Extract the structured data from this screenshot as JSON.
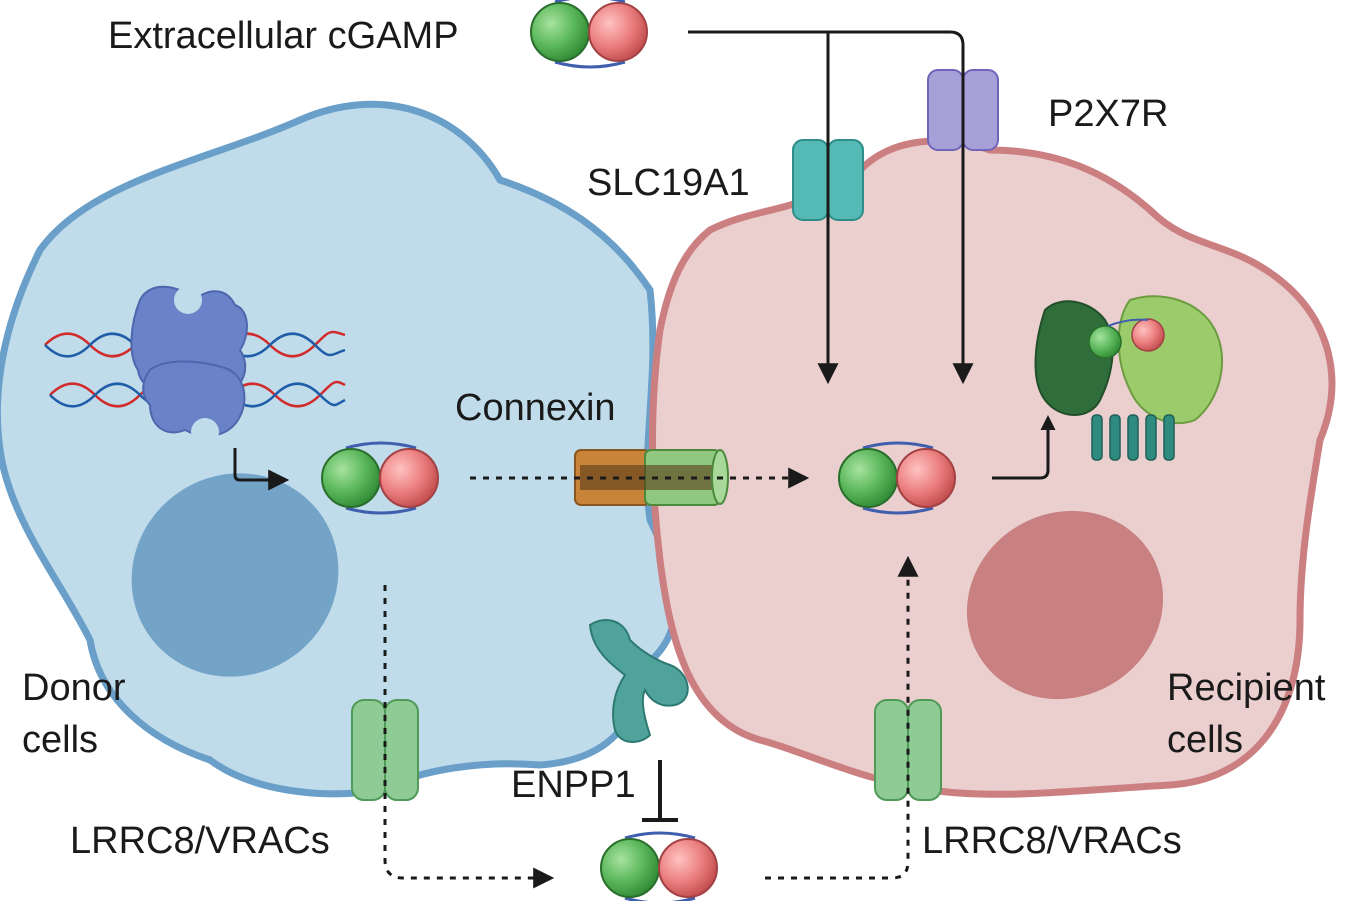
{
  "labels": {
    "extracellular": "Extracellular cGAMP",
    "p2x7r": "P2X7R",
    "slc19a1": "SLC19A1",
    "connexin": "Connexin",
    "donor_line1": "Donor",
    "donor_line2": "cells",
    "recipient_line1": "Recipient",
    "recipient_line2": "cells",
    "enpp1": "ENPP1",
    "lrrc8_left": "LRRC8/VRACs",
    "lrrc8_right": "LRRC8/VRACs"
  },
  "colors": {
    "donor_fill": "#c0dcea",
    "donor_stroke": "#6a9fc9",
    "recipient_fill": "#ebcfcf",
    "recipient_stroke": "#cc7f81",
    "green_sphere": "#5cb85c",
    "red_sphere": "#e67a7a",
    "linker": "#3f5fae"
  }
}
